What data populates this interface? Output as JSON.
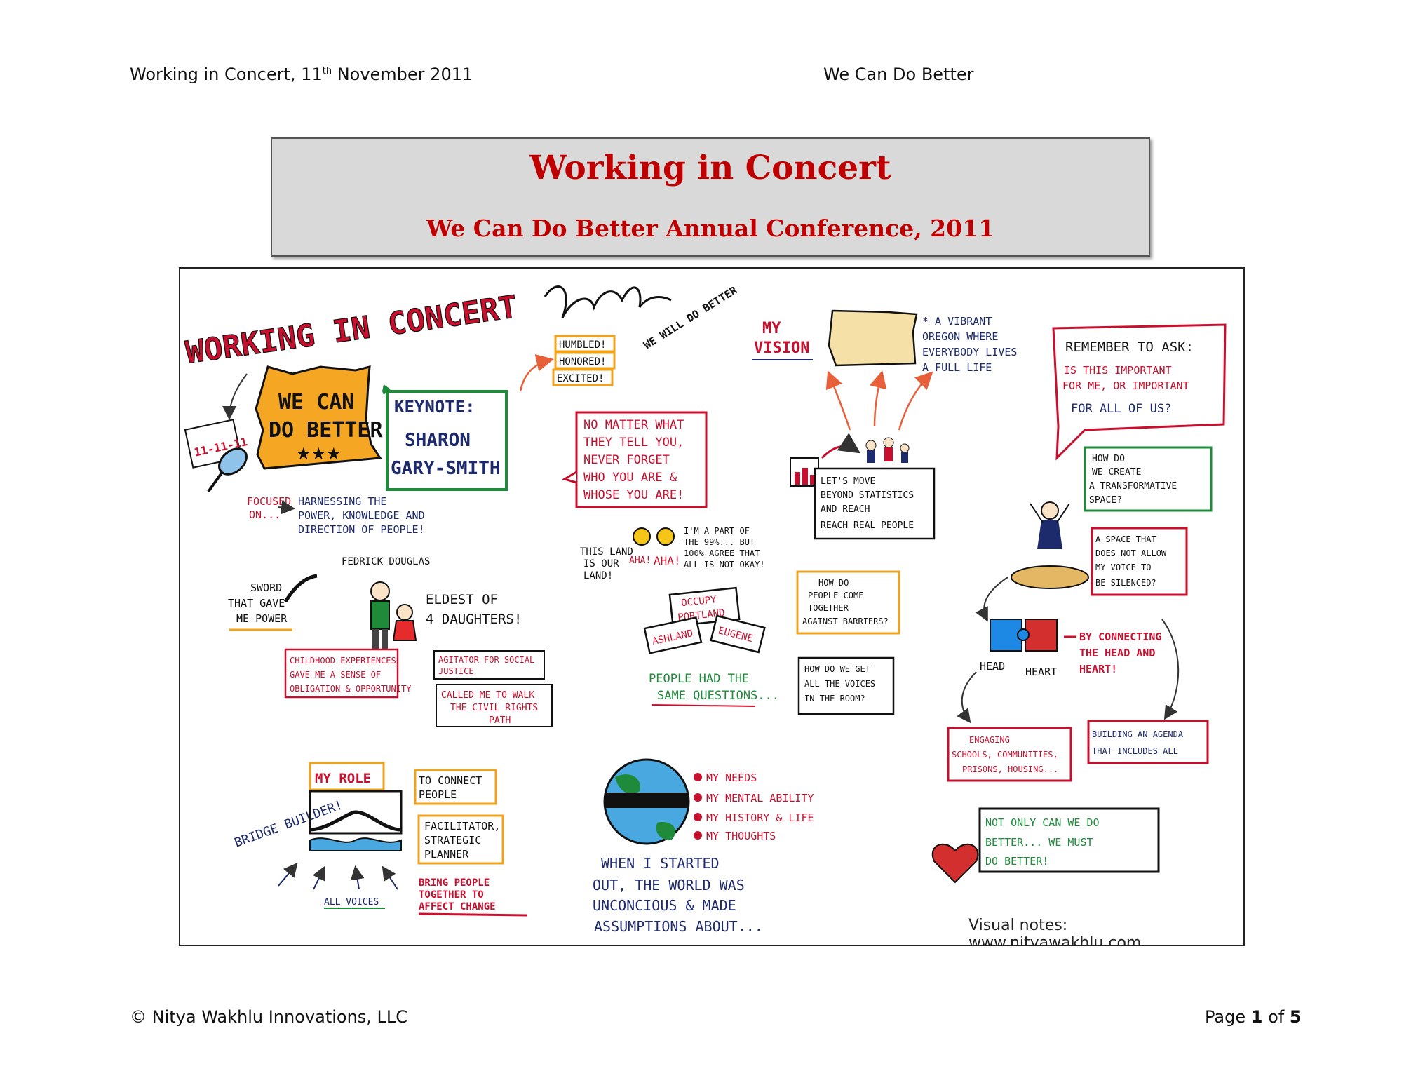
{
  "header": {
    "left_prefix": "Working in Concert, 11",
    "left_sup": "th",
    "left_suffix": " November 2011",
    "right": "We Can Do Better"
  },
  "title_box": {
    "title": "Working in Concert",
    "subtitle": "We Can Do Better Annual Conference, 2011"
  },
  "notes": {
    "main_title": "WORKING IN CONCERT",
    "calendar": "11-11-11",
    "oregon_badge": [
      "WE CAN",
      "DO BETTER",
      "★★★"
    ],
    "focused": [
      "FOCUSED",
      "ON..."
    ],
    "harnessing": [
      "HARNESSING THE",
      "POWER, KNOWLEDGE AND",
      "DIRECTION OF PEOPLE!"
    ],
    "keynote_label": "KEYNOTE:",
    "keynote_name": [
      "SHARON",
      "GARY-SMITH"
    ],
    "feelings": [
      "HUMBLED!",
      "HONORED!",
      "EXCITED!"
    ],
    "we_will": "WE WILL DO BETTER",
    "no_matter": [
      "NO MATTER WHAT",
      "THEY TELL YOU,",
      "NEVER FORGET",
      "WHO YOU ARE &",
      "WHOSE YOU ARE!"
    ],
    "fredrick": "FEDRICK DOUGLAS",
    "sword": [
      "SWORD",
      "THAT GAVE",
      "ME POWER"
    ],
    "eldest": [
      "ELDEST OF",
      "4 DAUGHTERS!"
    ],
    "childhood": [
      "CHILDHOOD EXPERIENCES",
      "GAVE ME A SENSE OF",
      "OBLIGATION & OPPORTUNITY"
    ],
    "agitator": [
      "AGITATOR FOR SOCIAL",
      "JUSTICE"
    ],
    "called": [
      "CALLED ME TO WALK",
      "THE CIVIL RIGHTS",
      "PATH"
    ],
    "this_land": [
      "THIS LAND",
      "IS OUR",
      "LAND!"
    ],
    "aha": [
      "AHA!",
      "AHA!"
    ],
    "ninety_nine": [
      "I'M A PART OF",
      "THE 99%... BUT",
      "100% AGREE THAT",
      "ALL IS NOT OKAY!"
    ],
    "signs": [
      "OCCUPY",
      "PORTLAND",
      "ASHLAND",
      "EUGENE"
    ],
    "same_questions": [
      "PEOPLE HAD THE",
      "SAME QUESTIONS..."
    ],
    "my_vision": [
      "MY",
      "VISION"
    ],
    "vibrant": [
      "* A VIBRANT",
      "OREGON WHERE",
      "EVERYBODY LIVES",
      "A FULL LIFE"
    ],
    "statistics": [
      "LET'S MOVE",
      "BEYOND STATISTICS",
      "AND REACH",
      "REACH REAL PEOPLE"
    ],
    "barriers": [
      "HOW DO",
      "PEOPLE COME",
      "TOGETHER",
      "AGAINST BARRIERS?"
    ],
    "voices_room": [
      "HOW DO WE GET",
      "ALL THE VOICES",
      "IN THE ROOM?"
    ],
    "remember": [
      "REMEMBER TO ASK:",
      "IS THIS IMPORTANT",
      "FOR ME, OR IMPORTANT",
      "FOR ALL OF US?"
    ],
    "transformative": [
      "HOW DO",
      "WE CREATE",
      "A TRANSFORMATIVE",
      "SPACE?"
    ],
    "silenced": [
      "A SPACE THAT",
      "DOES NOT ALLOW",
      "MY VOICE TO",
      "BE SILENCED?"
    ],
    "head_heart_labels": [
      "HEAD",
      "HEART"
    ],
    "connecting": [
      "BY CONNECTING",
      "THE HEAD AND",
      "HEART!"
    ],
    "engaging": [
      "ENGAGING",
      "SCHOOLS, COMMUNITIES,",
      "PRISONS, HOUSING..."
    ],
    "agenda": [
      "BUILDING AN AGENDA",
      "THAT INCLUDES ALL"
    ],
    "my_role": "MY ROLE",
    "bridge": "BRIDGE BUILDER!",
    "connect": [
      "TO CONNECT",
      "PEOPLE"
    ],
    "facilitator": [
      "FACILITATOR,",
      "STRATEGIC",
      "PLANNER"
    ],
    "all_voices": "ALL VOICES",
    "bring": [
      "BRING PEOPLE",
      "TOGETHER TO",
      "AFFECT CHANGE"
    ],
    "needs": [
      "MY NEEDS",
      "MY MENTAL ABILITY",
      "MY HISTORY & LIFE",
      "MY THOUGHTS"
    ],
    "started": [
      "WHEN I STARTED",
      "OUT, THE WORLD WAS",
      "UNCONCIOUS & MADE",
      "ASSUMPTIONS ABOUT..."
    ],
    "not_only": [
      "NOT ONLY CAN WE DO",
      "BETTER... WE MUST",
      "DO BETTER!"
    ],
    "credit": "Visual notes: www.nityawakhlu.com"
  },
  "footer": {
    "left": "© Nitya Wakhlu Innovations, LLC",
    "page_word": "Page ",
    "page_num": "1",
    "page_of": " of ",
    "page_total": "5"
  },
  "colors": {
    "red": "#c8102e",
    "green": "#1e8a3a",
    "navy": "#1d2a6b",
    "orange": "#f0a31a",
    "title_red": "#c00000"
  }
}
